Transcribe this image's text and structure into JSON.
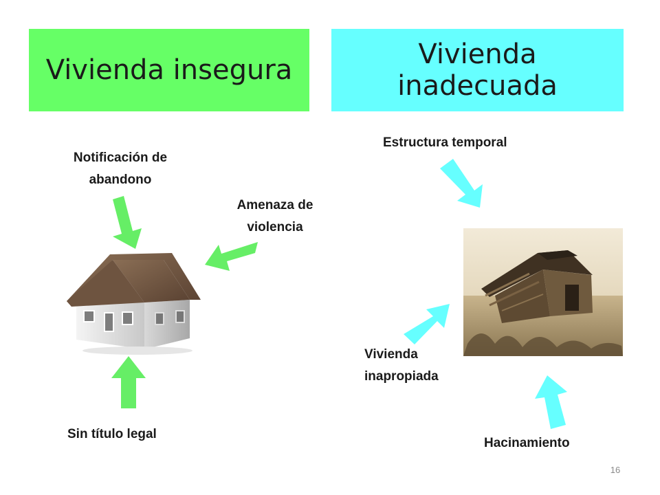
{
  "titles": {
    "left": "Vivienda insegura",
    "right": "Vivienda inadecuada"
  },
  "labels": {
    "notification": "Notificación de abandono",
    "threat": "Amenaza de violencia",
    "no_title": "Sin título legal",
    "temporary_structure": "Estructura temporal",
    "inappropriate_housing": "Vivienda inapropiada",
    "overcrowding": "Hacinamiento"
  },
  "page_number": "16",
  "colors": {
    "green": "#66ff66",
    "cyan": "#66ffff"
  }
}
